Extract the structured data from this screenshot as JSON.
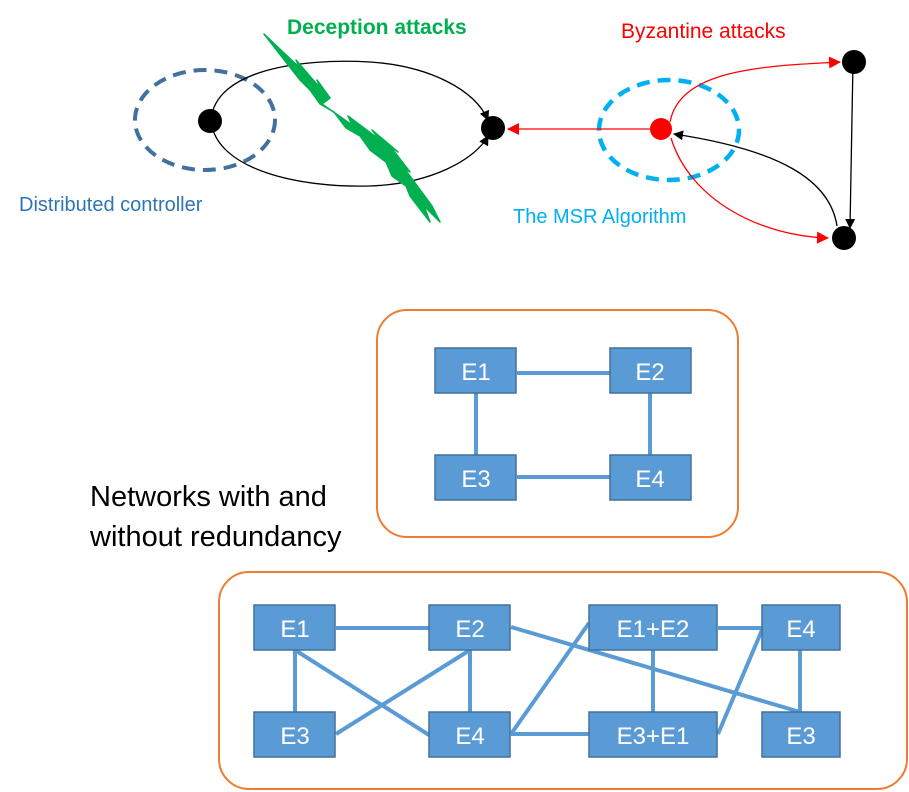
{
  "top": {
    "deception_label": "Deception attacks",
    "byzantine_label": "Byzantine attacks",
    "controller_label": "Distributed controller",
    "msr_label": "The MSR Algorithm"
  },
  "caption": {
    "line1": "Networks with and",
    "line2": "without redundancy"
  },
  "colors": {
    "deception": "#00b050",
    "byzantine": "#ff0000",
    "controller": "#2e75b6",
    "controller_ring": "#41719c",
    "msr": "#00b0f0",
    "node_fill": "#5b9bd5",
    "node_stroke": "#41719c",
    "group_border": "#ed7d31"
  },
  "network_a": {
    "nodes": [
      "E1",
      "E2",
      "E3",
      "E4"
    ],
    "edges": [
      [
        "E1",
        "E2"
      ],
      [
        "E1",
        "E3"
      ],
      [
        "E2",
        "E4"
      ],
      [
        "E3",
        "E4"
      ]
    ]
  },
  "network_b": {
    "nodes": [
      "E1",
      "E2",
      "E3",
      "E4",
      "E1+E2",
      "E4",
      "E3+E1",
      "E3"
    ],
    "edges": [
      [
        "E1",
        "E2"
      ],
      [
        "E1",
        "E3"
      ],
      [
        "E1",
        "E4"
      ],
      [
        "E2",
        "E3"
      ],
      [
        "E2",
        "E4"
      ],
      [
        "E2",
        "E3(right)"
      ],
      [
        "E4",
        "E1+E2"
      ],
      [
        "E4",
        "E3+E1"
      ],
      [
        "E1+E2",
        "E4(right)"
      ],
      [
        "E1+E2",
        "E3+E1"
      ],
      [
        "E3+E1",
        "E4(right)"
      ],
      [
        "E4(right)",
        "E3(right)"
      ]
    ]
  }
}
